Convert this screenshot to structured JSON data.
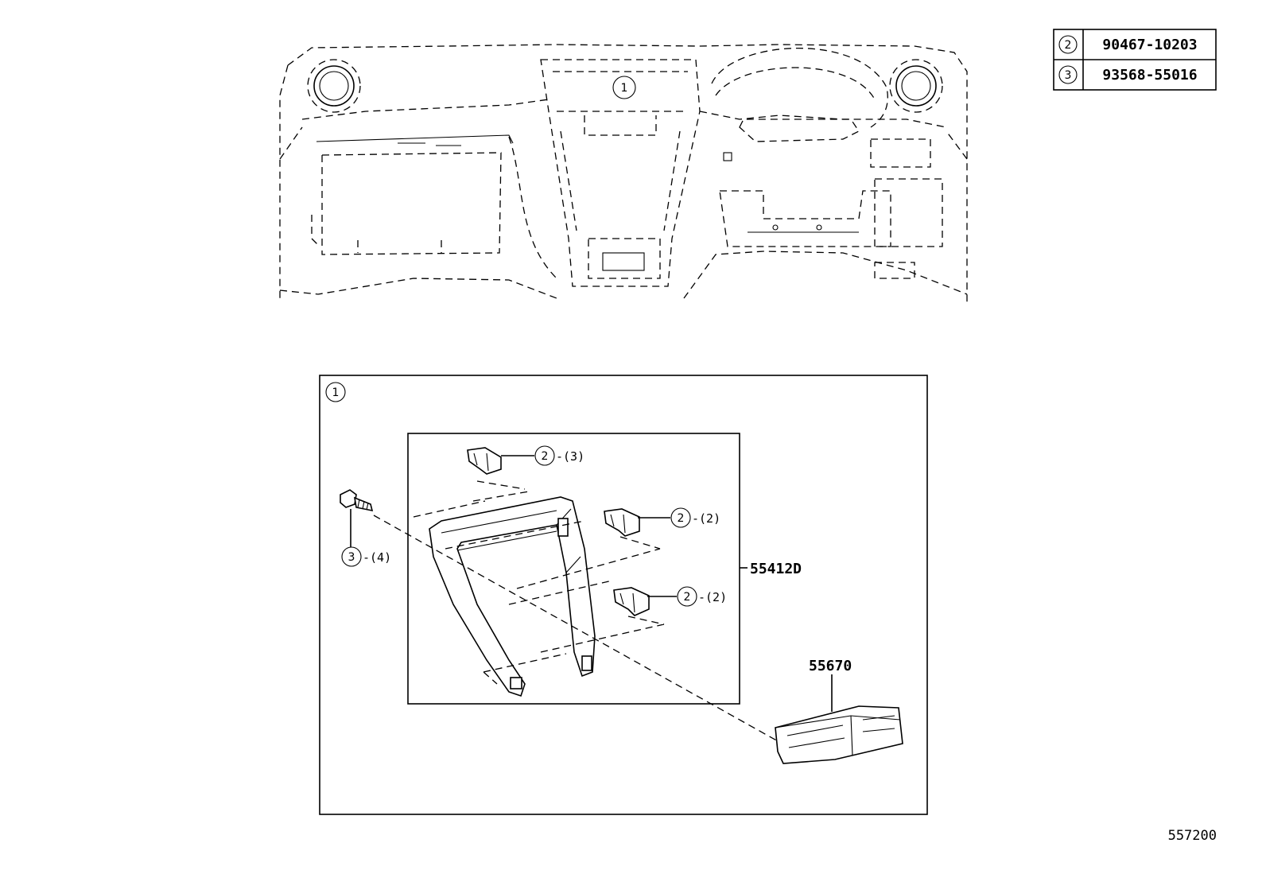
{
  "legend_table": {
    "rows": [
      {
        "ref": "2",
        "part_no": "90467-10203"
      },
      {
        "ref": "3",
        "part_no": "93568-55016"
      }
    ]
  },
  "overview": {
    "callout": "1"
  },
  "detail": {
    "group_ref": "1",
    "bezel_part_no": "55412D",
    "vent_part_no": "55670",
    "clip_top": {
      "ref": "2",
      "qty": "-(3)"
    },
    "clip_mid": {
      "ref": "2",
      "qty": "-(2)"
    },
    "clip_low": {
      "ref": "2",
      "qty": "-(2)"
    },
    "screw": {
      "ref": "3",
      "qty": "-(4)"
    }
  },
  "illustration_id": "557200"
}
